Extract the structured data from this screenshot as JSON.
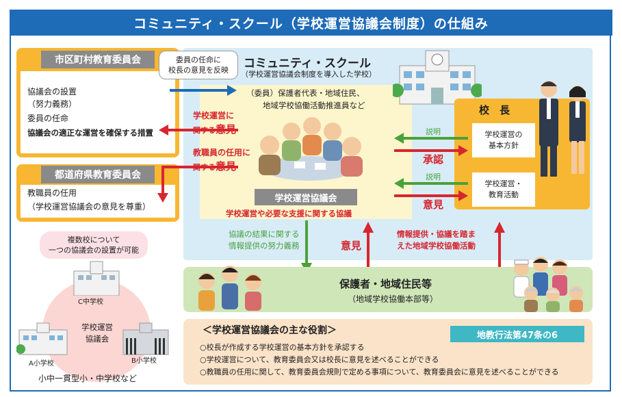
{
  "title": "コミュニティ・スクール（学校運営協議会制度）の仕組み",
  "municipal_board": {
    "heading": "市区町村教育委員会",
    "items": [
      "協議会の設置",
      "（努力義務）",
      "委員の任命",
      "協議会の適正な運営を確保する措置"
    ]
  },
  "prefectural_board": {
    "heading": "都道府県教育委員会",
    "items": [
      "教職員の任用",
      "（学校運営協議会の意見を尊重）"
    ]
  },
  "callout": {
    "line1": "委員の任命に",
    "line2": "校長の意見を反映"
  },
  "community_school": {
    "title": "コミュニティ・スクール",
    "subtitle": "（学校運営協議会制度を導入した学校）",
    "members_line1": "（委員）保護者代表・地域住民、",
    "members_line2": "地域学校協働活動推進員など"
  },
  "opinions": {
    "school_ops_1": "学校運営に",
    "school_ops_2": "関する",
    "school_ops_3": "意見",
    "staff_1": "教職員の任用に",
    "staff_2": "関する",
    "staff_3": "意見"
  },
  "council": {
    "label": "学校運営協議会",
    "sub": "学校運営や必要な支援に関する協議"
  },
  "principal": {
    "label": "校　長",
    "policy_1": "学校運営の",
    "policy_2": "基本方針",
    "ops_1": "学校運営・",
    "ops_2": "教育活動"
  },
  "arrows": {
    "explain_1": "説明",
    "approve": "承認",
    "explain_2": "説明",
    "opinion": "意見",
    "result_1": "協議の結果に関する",
    "result_2": "情報提供の努力義務",
    "opinion_up": "意見",
    "info_1": "情報提供・協議を踏ま",
    "info_2": "えた地域学校協働活動"
  },
  "residents": {
    "label": "保護者・地域住民等",
    "sub": "（地域学校協働本部等）"
  },
  "roles": {
    "heading": "＜学校運営協議会の主な役割＞",
    "law": "地教行法第47条の6",
    "items": [
      "○校長が作成する学校運営の基本方針を承認する",
      "○学校運営について、教育委員会又は校長に意見を述べることができる",
      "○教職員の任用に関して、教育委員会規則で定める事項について、教育委員会に意見を述べることができる"
    ]
  },
  "multi_school": {
    "bubble_1": "複数校について",
    "bubble_2": "一つの協議会の設置が可能",
    "c_school": "C中学校",
    "council_1": "学校運営",
    "council_2": "協議会",
    "a_school": "A小学校",
    "b_school": "B小学校",
    "caption": "小中一貫型小・中学校など"
  },
  "colors": {
    "blue": "#1e6bb8",
    "orange": "#f7b733",
    "red": "#d7262e",
    "green": "#4aa13b",
    "light_blue": "#d8ecf8"
  }
}
